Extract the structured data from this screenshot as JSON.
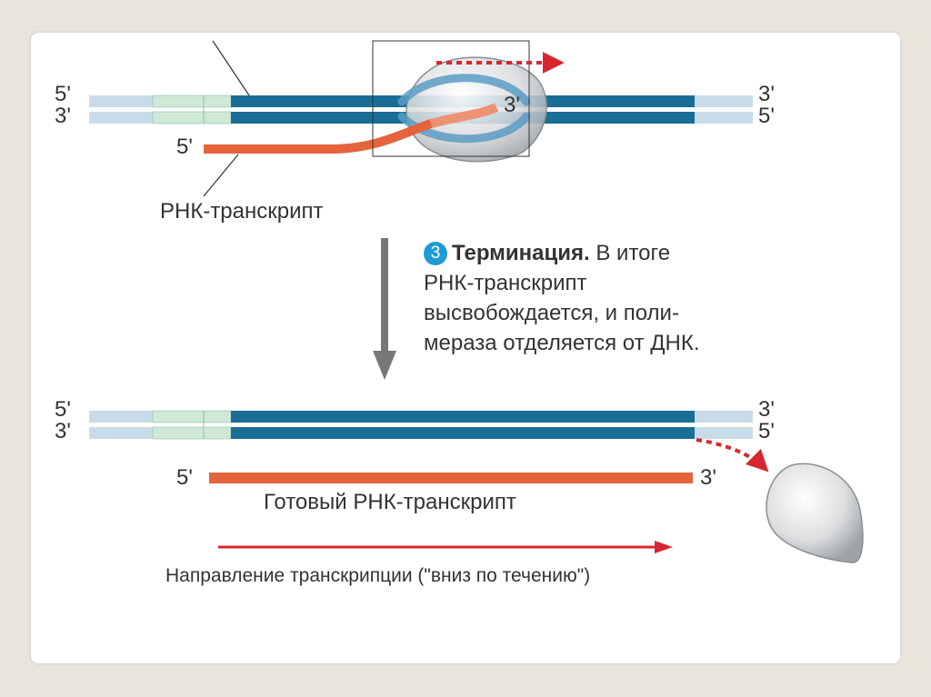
{
  "labels": {
    "five_prime": "5'",
    "three_prime": "3'"
  },
  "top": {
    "rna_label": "РНК-транскрипт"
  },
  "step3": {
    "number": "3",
    "title": "Терминация.",
    "text_line1": " В итоге",
    "text_line2": "РНК-транскрипт",
    "text_line3": "высвобождается, и поли-",
    "text_line4": "мераза отделяется от ДНК."
  },
  "bottom": {
    "final_rna_label": "Готовый РНК-транскрипт",
    "direction_label": "Направление транскрипции (\"вниз по течению\")"
  },
  "colors": {
    "dna_dark": "#1a6e96",
    "dna_light": "#c9dbe8",
    "promoter": "#cfe8d8",
    "rna": "#e4643c",
    "arrow_red": "#d8262e",
    "circle_blue": "#1f9bd3"
  }
}
